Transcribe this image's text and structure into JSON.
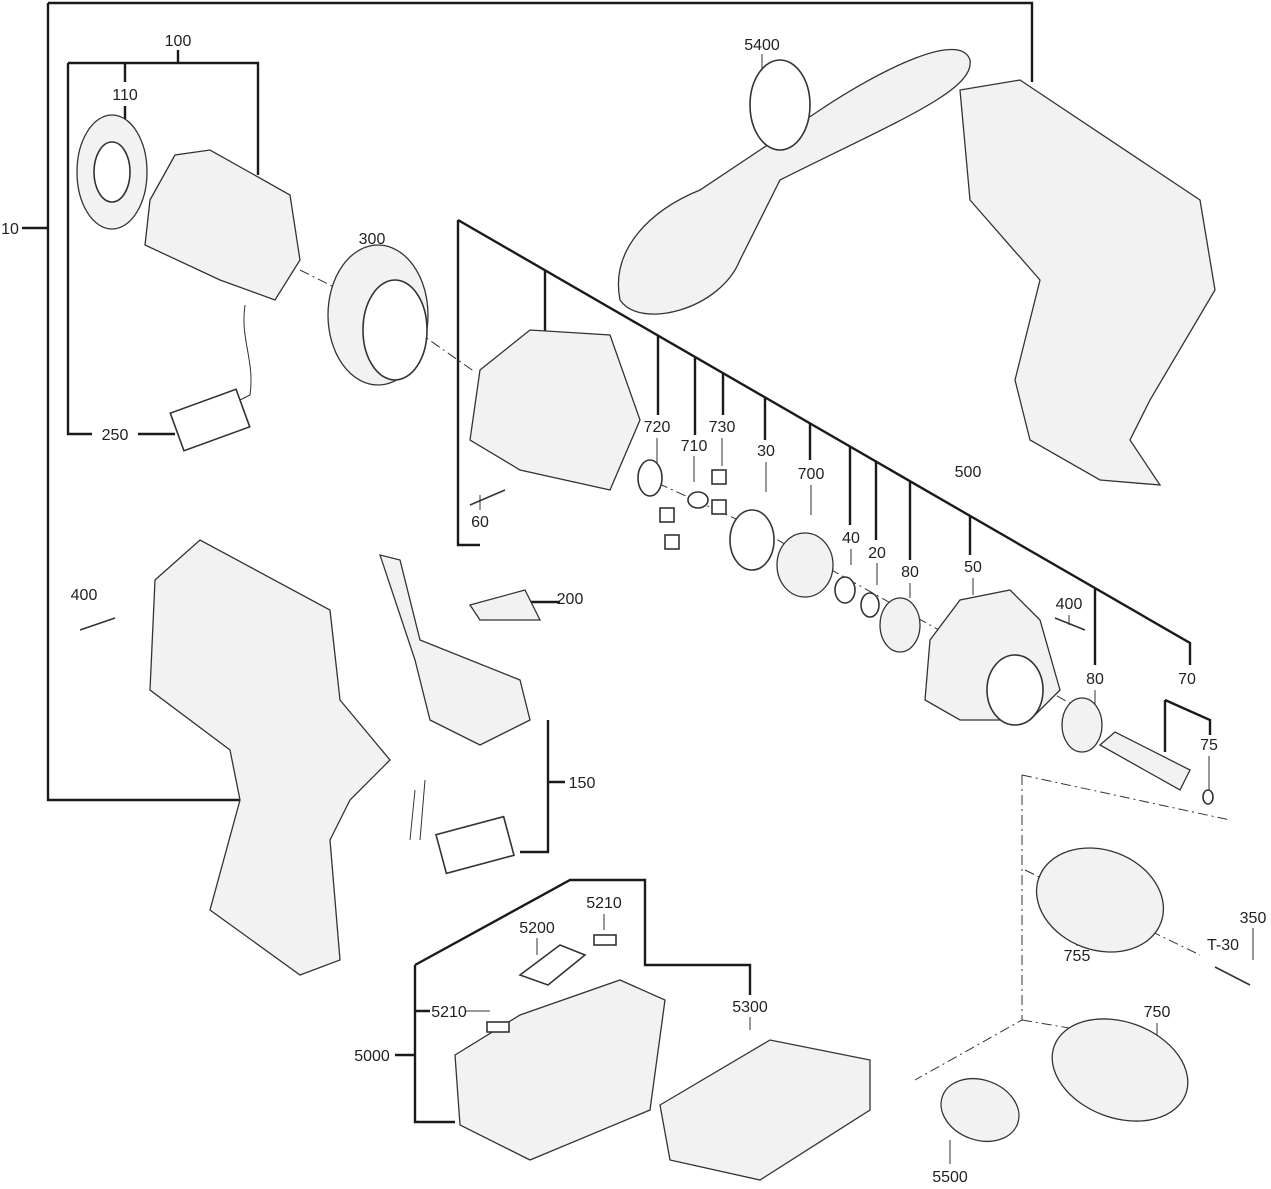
{
  "diagram": {
    "labels": [
      {
        "id": "l100",
        "text": "100"
      },
      {
        "id": "l110",
        "text": "110"
      },
      {
        "id": "l10",
        "text": "10"
      },
      {
        "id": "l300",
        "text": "300"
      },
      {
        "id": "l250",
        "text": "250"
      },
      {
        "id": "l5400",
        "text": "5400"
      },
      {
        "id": "l720",
        "text": "720"
      },
      {
        "id": "l710",
        "text": "710"
      },
      {
        "id": "l730",
        "text": "730"
      },
      {
        "id": "l30",
        "text": "30"
      },
      {
        "id": "l700",
        "text": "700"
      },
      {
        "id": "l40",
        "text": "40"
      },
      {
        "id": "l20",
        "text": "20"
      },
      {
        "id": "l80a",
        "text": "80"
      },
      {
        "id": "l500",
        "text": "500"
      },
      {
        "id": "l50",
        "text": "50"
      },
      {
        "id": "l400a",
        "text": "400"
      },
      {
        "id": "l80b",
        "text": "80"
      },
      {
        "id": "l70",
        "text": "70"
      },
      {
        "id": "l75",
        "text": "75"
      },
      {
        "id": "l60",
        "text": "60"
      },
      {
        "id": "l400b",
        "text": "400"
      },
      {
        "id": "l200",
        "text": "200"
      },
      {
        "id": "l150",
        "text": "150"
      },
      {
        "id": "l5210a",
        "text": "5210"
      },
      {
        "id": "l5200",
        "text": "5200"
      },
      {
        "id": "l5210b",
        "text": "5210"
      },
      {
        "id": "l5000",
        "text": "5000"
      },
      {
        "id": "l5300",
        "text": "5300"
      },
      {
        "id": "l755",
        "text": "755"
      },
      {
        "id": "l350",
        "text": "350"
      },
      {
        "id": "lt30",
        "text": "T-30"
      },
      {
        "id": "l750",
        "text": "750"
      },
      {
        "id": "l5500",
        "text": "5500"
      }
    ]
  }
}
